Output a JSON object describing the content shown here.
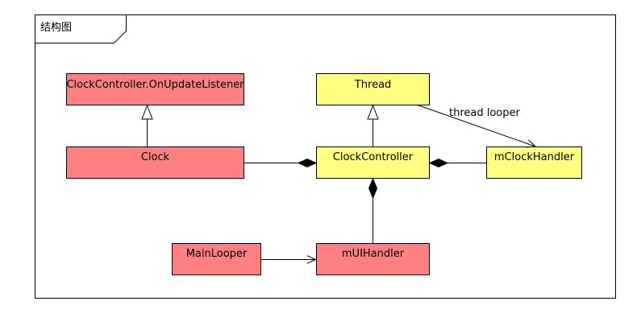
{
  "frame": {
    "title": "结构图"
  },
  "colors": {
    "red_class": "#ff8080",
    "yellow_class": "#ffff80",
    "border": "#000000"
  },
  "classes": {
    "on_update_listener": {
      "name": "ClockController.OnUpdateListener"
    },
    "clock": {
      "name": "Clock"
    },
    "thread": {
      "name": "Thread"
    },
    "clock_controller": {
      "name": "ClockController"
    },
    "m_clock_handler": {
      "name": "mClockHandler"
    },
    "main_looper": {
      "name": "MainLooper"
    },
    "m_ui_handler": {
      "name": "mUIHandler"
    }
  },
  "edges": {
    "thread_looper_label": "thread looper"
  }
}
